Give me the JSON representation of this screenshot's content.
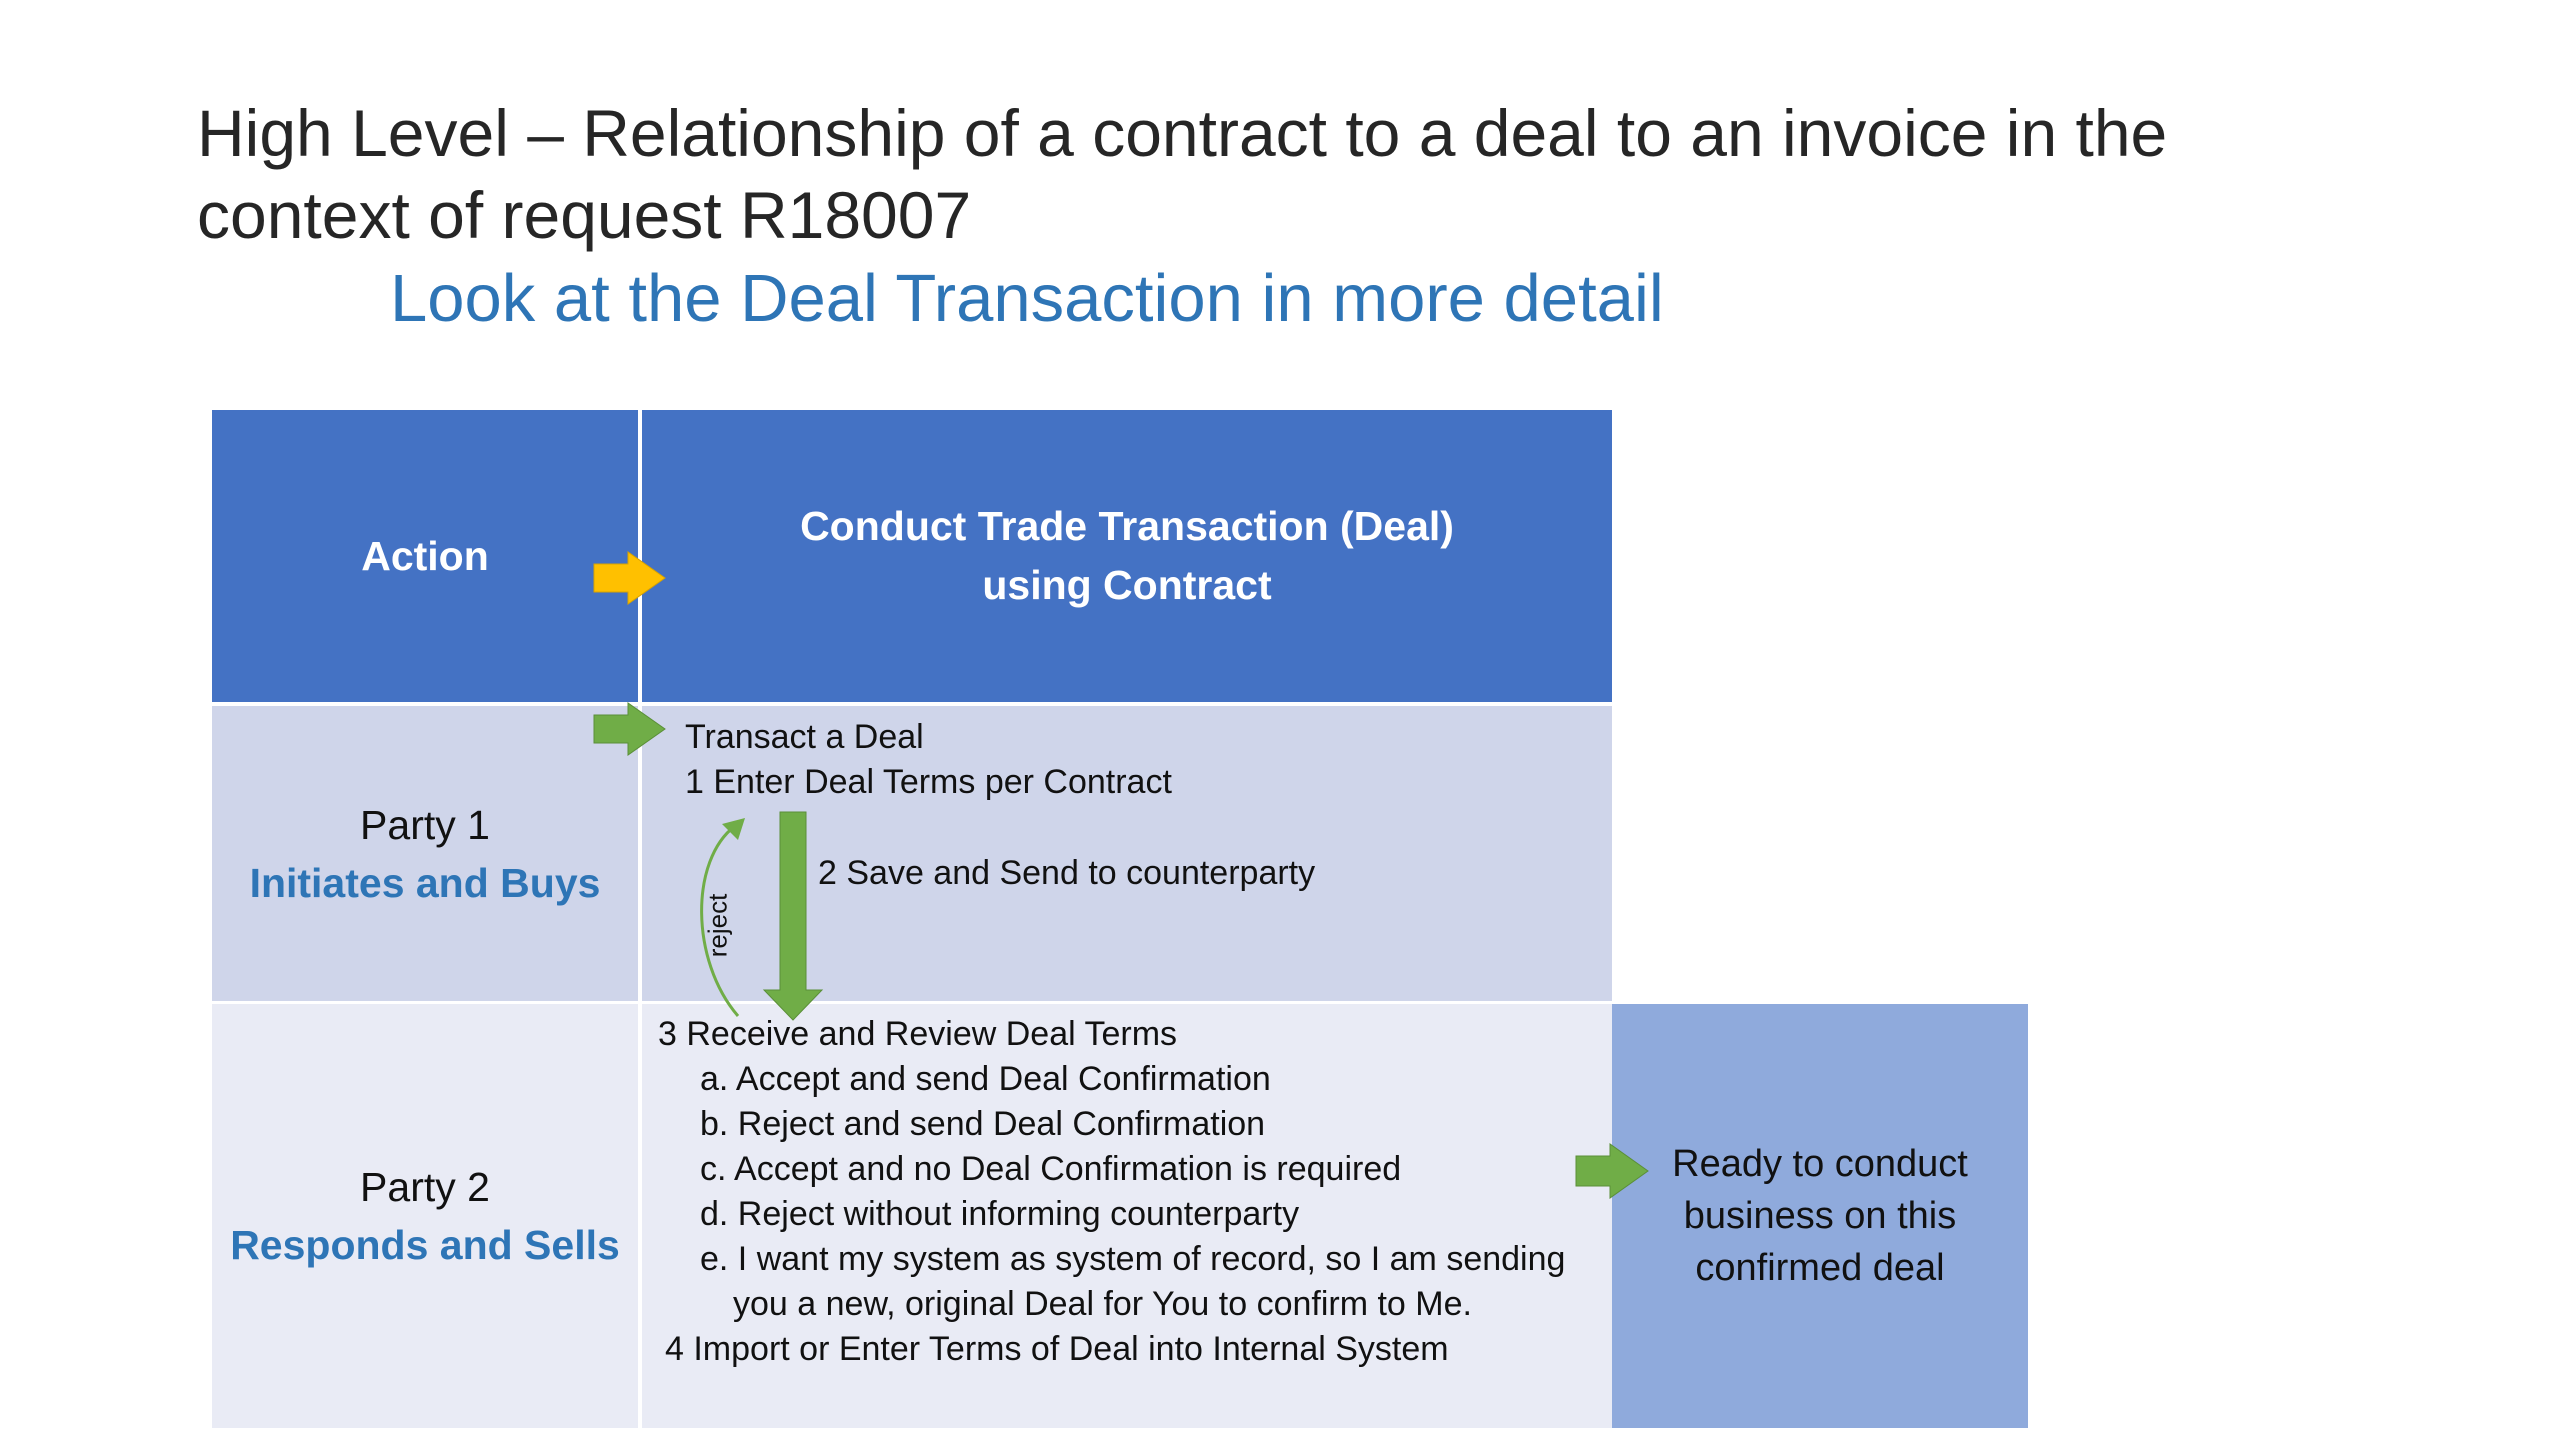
{
  "title": "High Level – Relationship of a contract to a deal to an invoice in the context of request R18007",
  "subtitle": "Look at the Deal Transaction in more detail",
  "table": {
    "header_action": "Action",
    "header_conduct": "Conduct Trade Transaction (Deal) using Contract",
    "party1": {
      "name": "Party 1",
      "role": "Initiates and Buys"
    },
    "party2": {
      "name": "Party 2",
      "role": "Responds and Sells"
    },
    "steps": {
      "transact": "Transact a Deal",
      "step1": "1 Enter Deal Terms per Contract",
      "step2": "2 Save and Send to counterparty",
      "reject": "reject",
      "step3": "3 Receive and Review Deal Terms",
      "a": "a. Accept and send Deal Confirmation",
      "b": "b. Reject and send Deal Confirmation",
      "c": "c. Accept and no Deal Confirmation is required",
      "d": "d. Reject without informing counterparty",
      "e1": "e. I want my system as system of record, so I am sending",
      "e2": "you a new, original Deal for You to confirm to Me.",
      "step4": "4 Import or Enter Terms of Deal into Internal System"
    },
    "ready": [
      "Ready to conduct",
      "business on this",
      "confirmed deal"
    ]
  },
  "colors": {
    "header_blue": "#4472c4",
    "row1": "#cfd5ea",
    "row2": "#e9ebf5",
    "ready_box": "#8faadc",
    "accent_text": "#2e75b6",
    "arrow_green": "#70ad47",
    "arrow_orange": "#ffc000"
  }
}
